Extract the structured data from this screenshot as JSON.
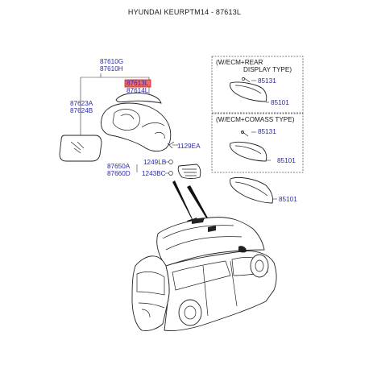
{
  "header": {
    "title": "HYUNDAI KEURPTM14 - 87613L"
  },
  "labels": {
    "p87610G": "87610G",
    "p87610H": "87610H",
    "p87613L": "87613L",
    "p87614L": "87614L",
    "p87623A": "87623A",
    "p87624B": "87624B",
    "p1129EA": "1129EA",
    "p1249LB": "1249LB",
    "p87650A": "87650A",
    "p87660D": "87660D",
    "p1243BC": "1243BC",
    "p85101c": "85101"
  },
  "box1": {
    "title_line1": "(W/ECM+REAR",
    "title_line2": "DISPLAY TYPE)",
    "p85131": "85131",
    "p85101": "85101"
  },
  "box2": {
    "title": "(W/ECM+COMASS TYPE)",
    "p85131": "85131",
    "p85101": "85101"
  },
  "colors": {
    "highlight_bg": "#f06a6a",
    "highlight_border": "#d01818",
    "part_number": "#2a2aa8"
  }
}
